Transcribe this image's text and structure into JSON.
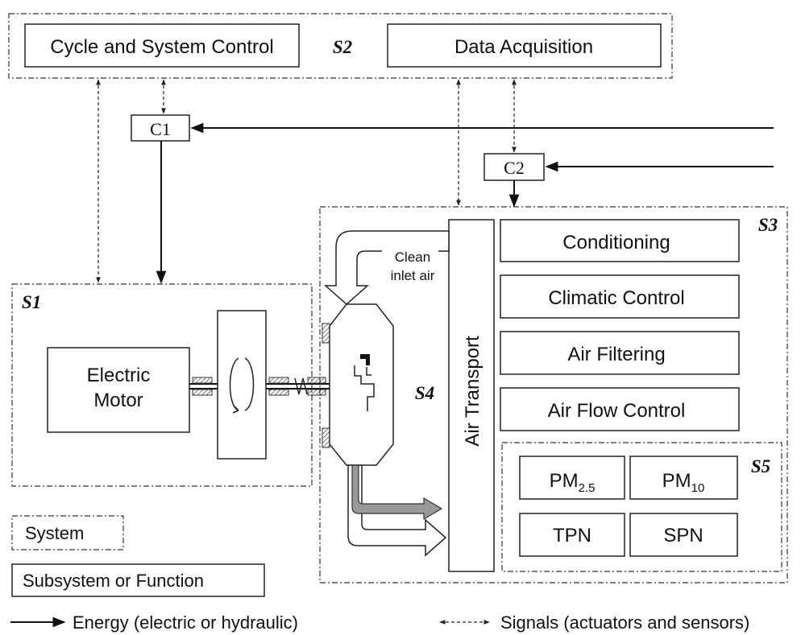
{
  "systems": {
    "s1": "S1",
    "s2": "S2",
    "s3": "S3",
    "s4": "S4",
    "s5": "S5"
  },
  "s2_blocks": {
    "cycle_control": "Cycle and System Control",
    "data_acquisition": "Data Acquisition"
  },
  "converters": {
    "c1": "C1",
    "c2": "C2"
  },
  "s1_blocks": {
    "motor_line1": "Electric",
    "motor_line2": "Motor"
  },
  "s3_blocks": {
    "air_transport": "Air Transport",
    "conditioning": "Conditioning",
    "climatic_control": "Climatic Control",
    "air_filtering": "Air Filtering",
    "air_flow_control": "Air Flow Control"
  },
  "s4_labels": {
    "clean_line1": "Clean",
    "clean_line2": "inlet air"
  },
  "s5_blocks": {
    "pm25_main": "PM",
    "pm25_sub": "2.5",
    "pm10_main": "PM",
    "pm10_sub": "10",
    "tpn": "TPN",
    "spn": "SPN"
  },
  "legend": {
    "system": "System",
    "subsystem": "Subsystem or Function",
    "energy": "Energy (electric or hydraulic)",
    "signals": "Signals (actuators and sensors)"
  },
  "colors": {
    "line": "#111111",
    "gray_arrow": "#999999"
  }
}
